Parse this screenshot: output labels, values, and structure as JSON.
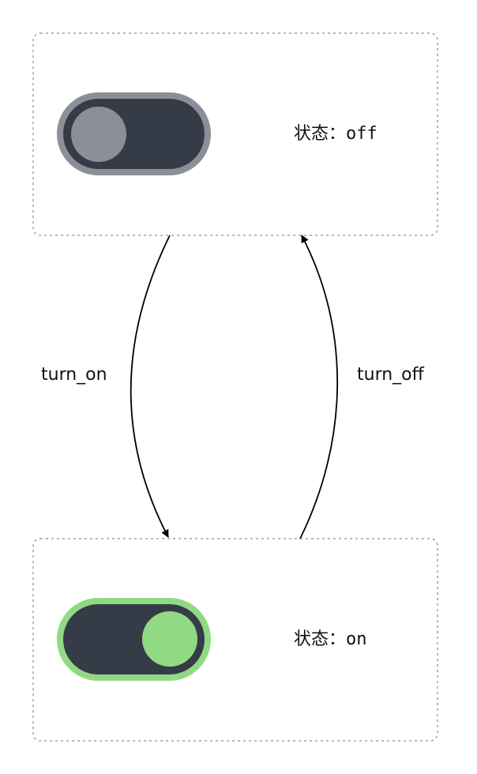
{
  "states": [
    {
      "id": "off",
      "status_label": "状态：",
      "status_value": "off",
      "toggle_on": false,
      "track_border_color": "#8b8f98",
      "knob_color": "#8b8f98"
    },
    {
      "id": "on",
      "status_label": "状态：",
      "status_value": "on",
      "toggle_on": true,
      "track_border_color": "#92d983",
      "knob_color": "#92d983"
    }
  ],
  "transitions": [
    {
      "label": "turn_on",
      "from": "off",
      "to": "on"
    },
    {
      "label": "turn_off",
      "from": "on",
      "to": "off"
    }
  ],
  "colors": {
    "track": "#363c47",
    "box_border": "#a0a0a0",
    "edge": "#000000"
  }
}
